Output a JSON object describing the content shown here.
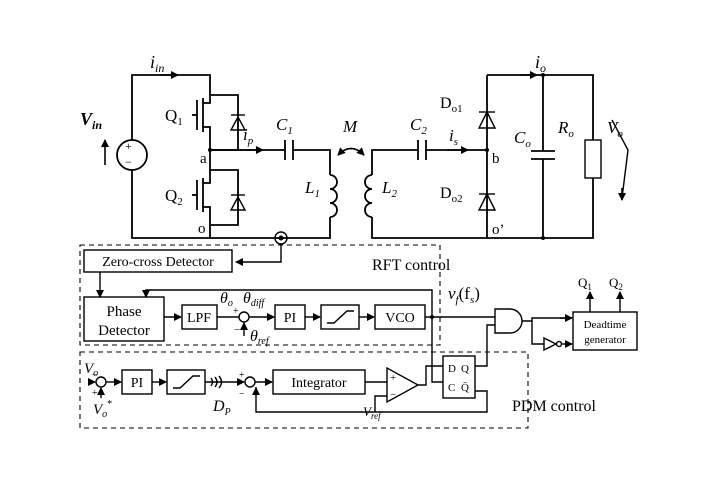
{
  "circuit": {
    "i_in": "i",
    "i_in_sub": "in",
    "v_in": "V",
    "v_in_sub": "in",
    "q1": "Q",
    "q1_sub": "1",
    "q2": "Q",
    "q2_sub": "2",
    "node_a": "a",
    "node_o": "o",
    "i_p": "i",
    "i_p_sub": "p",
    "c1": "C",
    "c1_sub": "1",
    "m": "M",
    "l1": "L",
    "l1_sub": "1",
    "l2": "L",
    "l2_sub": "2",
    "c2": "C",
    "c2_sub": "2",
    "i_s": "i",
    "i_s_sub": "s",
    "node_b": "b",
    "node_o2": "o’",
    "do1": "D",
    "do1_sub": "o1",
    "do2": "D",
    "do2_sub": "o2",
    "i_o": "i",
    "i_o_sub": "o",
    "co": "C",
    "co_sub": "o",
    "ro": "R",
    "ro_sub": "o",
    "vo": "V",
    "vo_sub": "o",
    "plus": "+",
    "minus": "−"
  },
  "rft": {
    "zero_cross": "Zero-cross Detector",
    "title": "RFT control",
    "phase_detector_line1": "Phase",
    "phase_detector_line2": "Detector",
    "lpf": "LPF",
    "theta_o": "θ",
    "theta_o_sub": "o",
    "theta_diff": "θ",
    "theta_diff_sub": "diff",
    "theta_ref": "θ",
    "theta_ref_sub": "ref",
    "pi": "PI",
    "vco": "VCO",
    "vf": "v",
    "vf_sub": "f",
    "vf_arg": "(f",
    "vf_arg_sub": "s",
    "vf_close": ")"
  },
  "pdm": {
    "vo": "V",
    "vo_sub": "o",
    "vo_star": "V",
    "vo_star_sub": "o",
    "star": "*",
    "pi": "PI",
    "dp": "D",
    "dp_sub": "P",
    "integrator": "Integrator",
    "vref": "V",
    "vref_sub": "ref",
    "ff_d": "D",
    "ff_q": "Q",
    "ff_c": "C",
    "ff_qbar": "Q̄",
    "title": "PDM control",
    "deadtime_line1": "Deadtime",
    "deadtime_line2": "generator",
    "q1": "Q",
    "q1_sub": "1",
    "q2": "Q",
    "q2_sub": "2",
    "plus": "+",
    "minus": "−"
  }
}
